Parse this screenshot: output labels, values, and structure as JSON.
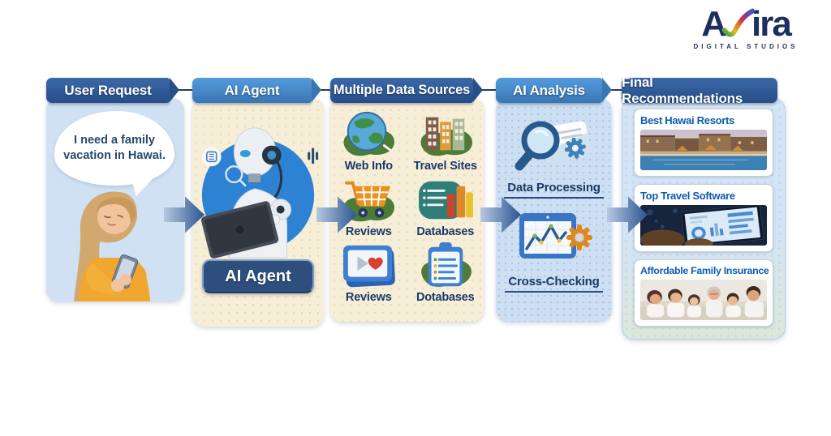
{
  "logo": {
    "brand": "Avira",
    "brand_first": "A",
    "brand_rest": "ira",
    "tagline": "DIGITAL STUDIOS"
  },
  "colors": {
    "banner_navy": "#274e88",
    "banner_blue": "#3a76b4",
    "panel_light_blue": "#cfe1f3",
    "panel_cream": "#f6eed7",
    "arrow_blue": "#2a5490",
    "label_navy": "#1c3a68",
    "card_title_blue": "#0d5cb0",
    "badge_navy": "#2e4f7d"
  },
  "panels": {
    "user_request": {
      "header": "User Request",
      "speech_bubble": "I need a family vacation in Hawai.",
      "illustration": "woman-using-phone"
    },
    "ai_agent": {
      "header": "AI Agent",
      "badge": "AI Agent",
      "illustration": "robot-with-laptop"
    },
    "data_sources": {
      "header": "Multiple Data Sources",
      "items": [
        {
          "label": "Web Info",
          "icon": "globe-icon"
        },
        {
          "label": "Travel Sites",
          "icon": "hotel-buildings-icon"
        },
        {
          "label": "Reviews",
          "icon": "shopping-cart-icon"
        },
        {
          "label": "Databases",
          "icon": "books-database-icon"
        },
        {
          "label": "Reviews",
          "icon": "video-review-icon"
        },
        {
          "label": "Dotabases",
          "icon": "clipboard-checklist-icon"
        }
      ]
    },
    "ai_analysis": {
      "header": "AI Analysis",
      "steps": [
        {
          "label": "Data Processing",
          "icon": "magnifier-document-gear-icon"
        },
        {
          "label": "Cross-Checking",
          "icon": "line-chart-gear-icon"
        }
      ]
    },
    "final_recommendations": {
      "header": "Final Recommendations",
      "cards": [
        {
          "title": "Best Hawai Resorts",
          "image": "resort-pool-photo"
        },
        {
          "title": "Top Travel Software",
          "image": "travel-software-tablet-photo"
        },
        {
          "title": "Affordable Family Insurance",
          "image": "family-group-photo"
        }
      ]
    }
  }
}
